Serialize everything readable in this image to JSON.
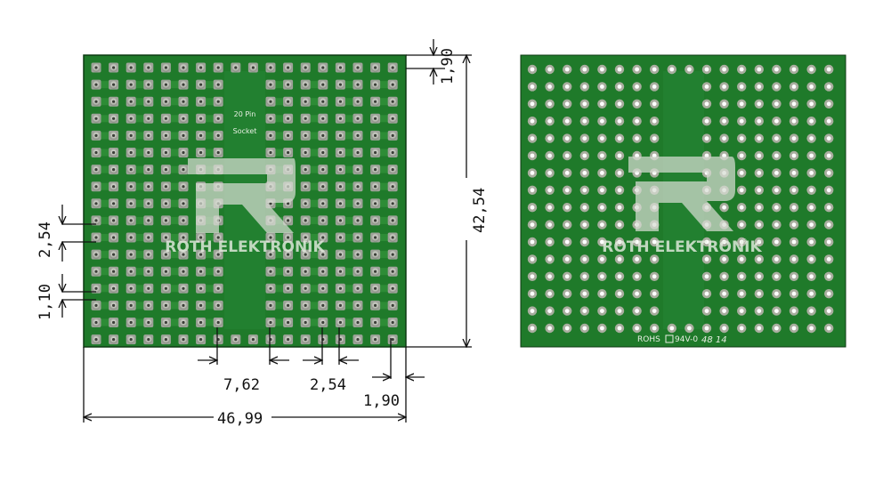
{
  "board_left": {
    "silkscreen_label_line1": "20 Pin",
    "silkscreen_label_line2": "Socket",
    "logo_text": "ROTH ELEKTRONIK",
    "logo_mark": "®"
  },
  "board_right": {
    "logo_text": "ROTH ELEKTRONIK",
    "logo_mark": "®",
    "footer_rohs": "ROHS",
    "footer_ul": "94V-0",
    "footer_datecode": "48 14"
  },
  "dimensions": {
    "top_margin": "1,90",
    "height": "42,54",
    "pitch_vertical": "2,54",
    "pad_gap": "1,10",
    "center_gap": "7,62",
    "pitch_horizontal": "2,54",
    "right_margin": "1,90",
    "width": "46,99"
  },
  "colors": {
    "pcb_green": "#1f7a2a",
    "pcb_dark": "#145c1c",
    "pad_silver": "#b9bcb3",
    "trace": "#2d8c36"
  }
}
